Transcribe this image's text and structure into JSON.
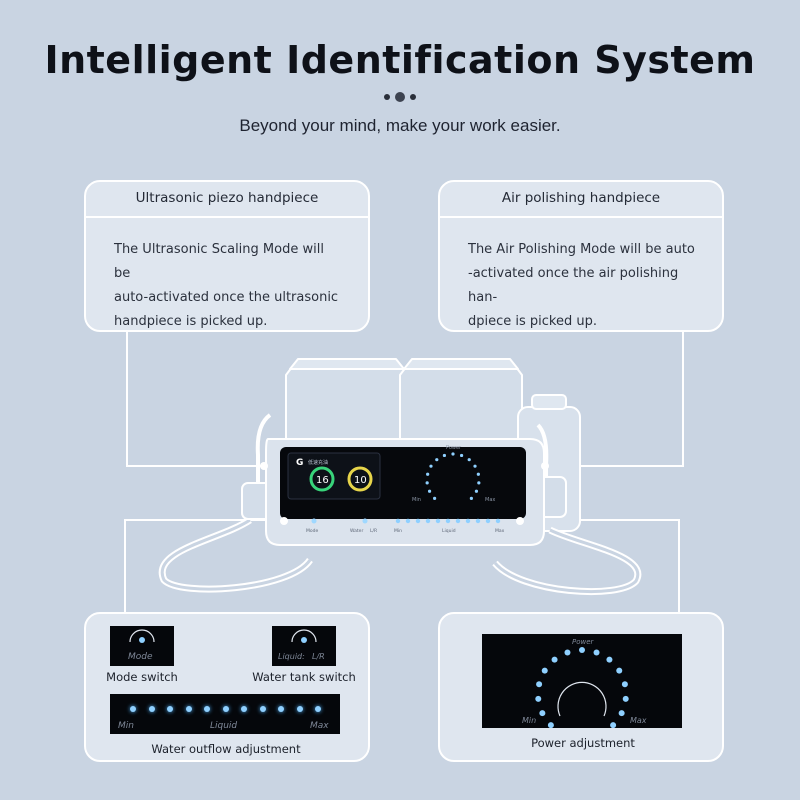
{
  "header": {
    "title": "Intelligent Identification System",
    "subtitle": "Beyond your mind, make your work easier."
  },
  "cards": {
    "ultrasonic": {
      "heading": "Ultrasonic piezo handpiece",
      "lines": [
        "The Ultrasonic Scaling Mode will be",
        "auto-activated once the ultrasonic",
        "handpiece is picked up."
      ]
    },
    "air": {
      "heading": "Air polishing handpiece",
      "lines": [
        "The Air Polishing Mode will be auto",
        "-activated once the air polishing han-",
        "dpiece is picked up."
      ]
    }
  },
  "device": {
    "brand_mark": "G",
    "brand_text": "低速充油",
    "gauge_left": "16",
    "gauge_right": "10",
    "power_label": "Power",
    "min_label": "Min",
    "max_label": "Max",
    "mode_label": "Mode",
    "liquid_label": "Liquid",
    "lr_label": "L/R",
    "water_label": "Water"
  },
  "controls": {
    "mode_switch": {
      "panel_label": "Mode",
      "caption": "Mode switch"
    },
    "water_tank": {
      "panel_label": "Liquid:",
      "panel_value": "L/R",
      "caption": "Water tank switch"
    },
    "outflow": {
      "min": "Min",
      "center": "Liquid",
      "max": "Max",
      "caption": "Water outflow adjustment"
    },
    "power": {
      "top": "Power",
      "min": "Min",
      "max": "Max",
      "caption": "Power adjustment"
    }
  },
  "colors": {
    "background": "#c9d4e2",
    "led": "#8fd0ff",
    "panel": "#05070b"
  }
}
